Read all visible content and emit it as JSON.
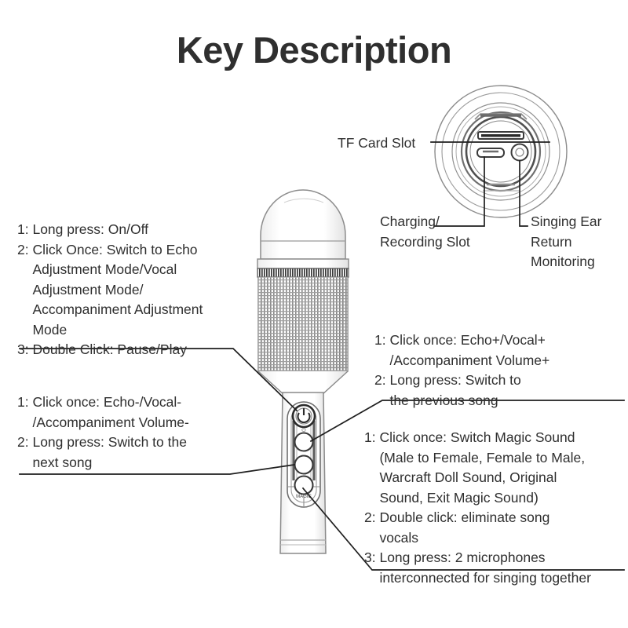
{
  "page": {
    "title": "Key Description",
    "background_color": "#ffffff",
    "text_color": "#2f2f2f",
    "line_color": "#1a1a1a"
  },
  "diagram": {
    "subject": "karaoke-microphone",
    "views": [
      {
        "name": "front-view",
        "description": "Handheld karaoke microphone, front elevation"
      },
      {
        "name": "bottom-view",
        "description": "Circular bottom cap showing ports"
      }
    ],
    "device_buttons": [
      {
        "name": "power-button",
        "glyph": "⏻",
        "label": ""
      },
      {
        "name": "volume-up-button",
        "label": "+ ·"
      },
      {
        "name": "volume-down-button",
        "label": "- ·"
      },
      {
        "name": "magic-sound-button",
        "label": "MAGIC"
      }
    ],
    "bottom_ports": [
      {
        "name": "tf-card-slot"
      },
      {
        "name": "charging-recording-slot"
      },
      {
        "name": "singing-ear-return-monitoring-jack"
      }
    ]
  },
  "labels": {
    "tf_card_slot": "TF Card Slot",
    "charging_recording_slot": "Charging/\nRecording Slot",
    "singing_ear_return_monitoring": "Singing Ear\nReturn\nMonitoring"
  },
  "callouts": {
    "power": "1: Long press: On/Off\n2: Click Once: Switch to Echo\n    Adjustment Mode/Vocal\n    Adjustment Mode/\n    Accompaniment Adjustment\n    Mode\n3: Double Click: Pause/Play",
    "volume_down": "1: Click once: Echo-/Vocal-\n    /Accompaniment Volume-\n2: Long press: Switch to the\n    next song",
    "volume_up": "1: Click once: Echo+/Vocal+\n    /Accompaniment Volume+\n2: Long press: Switch to\n    the previous song",
    "magic": "1: Click once: Switch Magic Sound\n    (Male to Female, Female to Male,\n    Warcraft Doll Sound, Original\n    Sound, Exit Magic Sound)\n2: Double click: eliminate song\n    vocals\n3: Long press: 2 microphones\n    interconnected for singing together"
  }
}
